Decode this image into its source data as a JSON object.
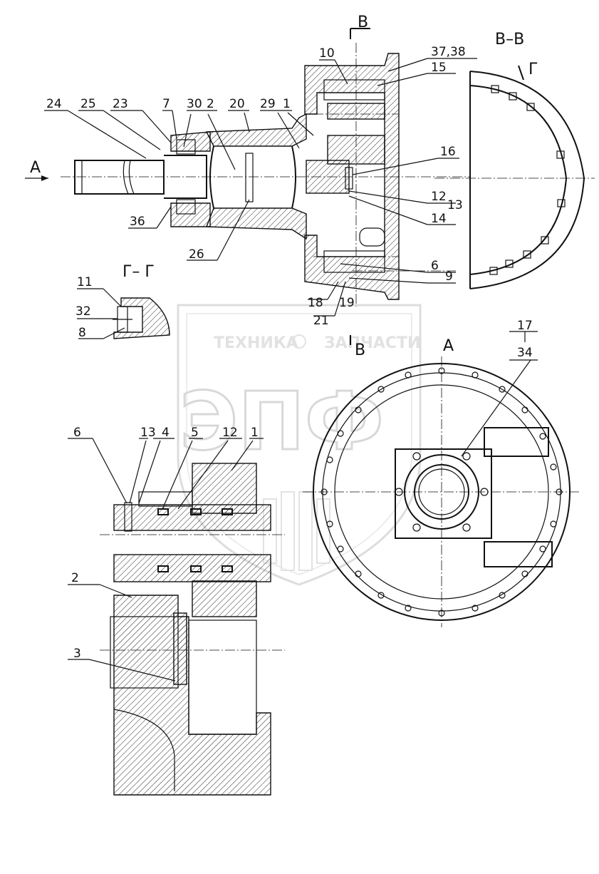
{
  "section_labels": {
    "view_b_marker": "В",
    "view_b_marker_bottom": "В",
    "section_bb": "В–В",
    "section_gg": "Г– Г",
    "view_g_marker": "Г",
    "view_a": "А",
    "view_a_arrow": "А"
  },
  "callouts_top": [
    "10",
    "37,38",
    "15",
    "24",
    "25",
    "23",
    "7",
    "30",
    "2",
    "20",
    "29",
    "1",
    "16",
    "12",
    "13",
    "14",
    "36",
    "26",
    "6",
    "9",
    "18",
    "21",
    "19"
  ],
  "callouts_gg": [
    "11",
    "32",
    "8"
  ],
  "callouts_view_a": [
    "17",
    "34"
  ],
  "callouts_bottom": [
    "6",
    "13",
    "4",
    "5",
    "12",
    "1",
    "2",
    "3"
  ],
  "watermark": {
    "text": "ТЕХНИКА",
    "text2": "ЗАПЧАСТИ",
    "logo": "ЭПФ"
  }
}
